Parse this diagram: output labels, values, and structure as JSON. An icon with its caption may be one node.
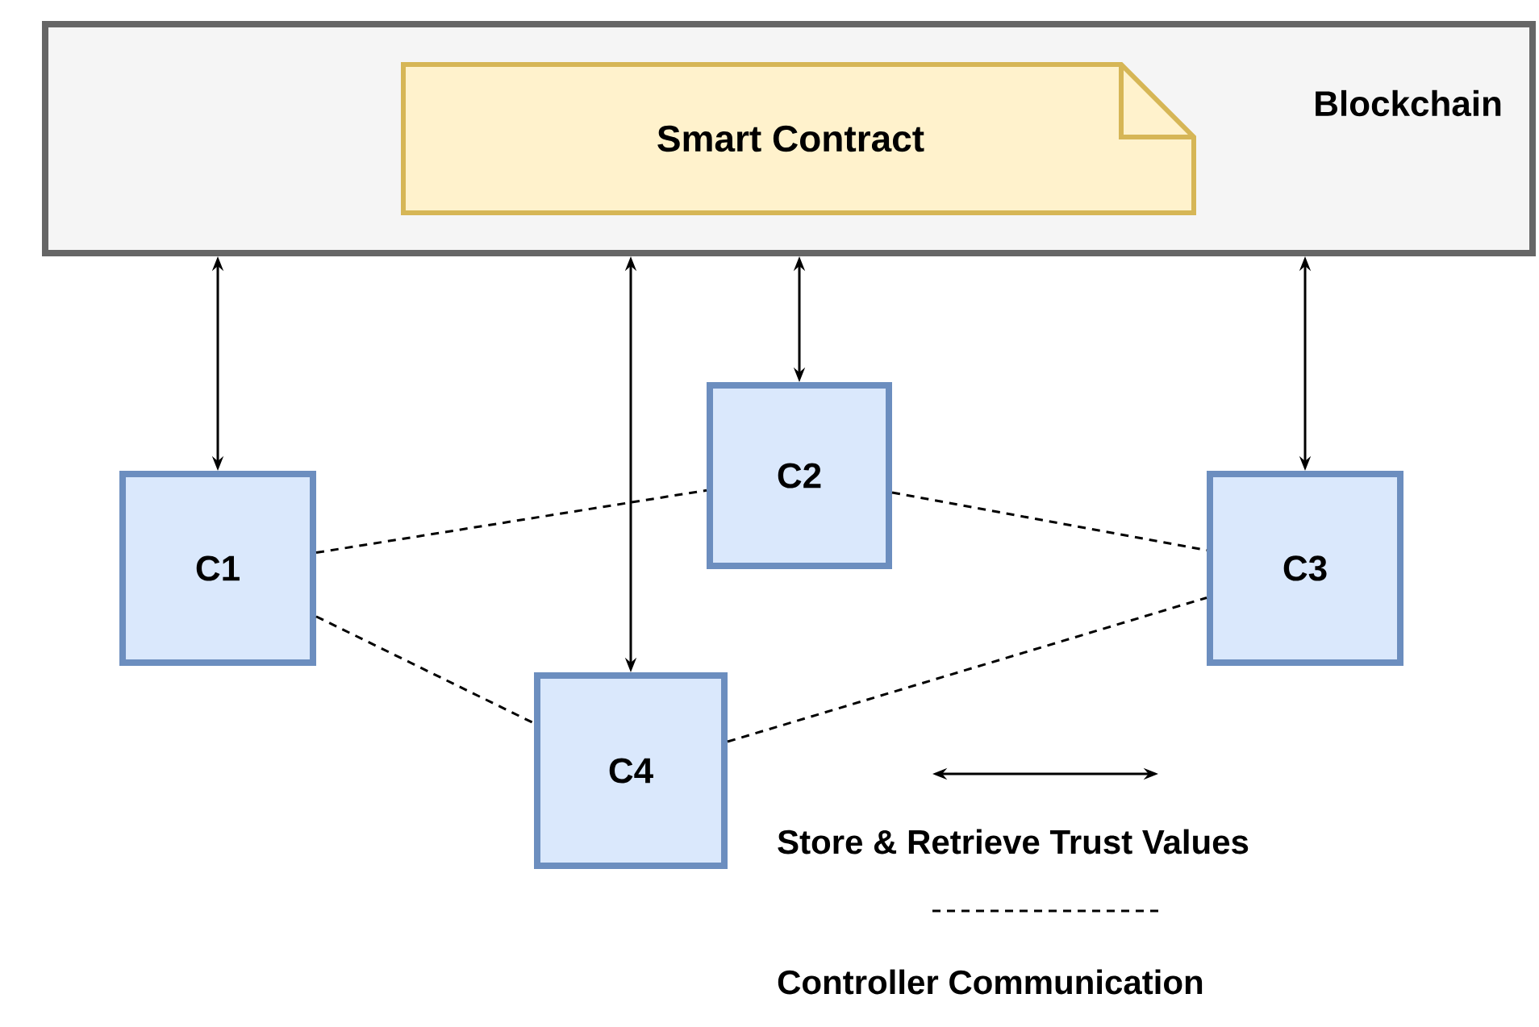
{
  "diagram": {
    "nodes": [
      {
        "text": [
          "Blockchain"
        ]
      },
      {
        "text": [
          "Smart Contract"
        ],
        "in": 0
      },
      {
        "text": [
          "C1"
        ]
      },
      {
        "text": [
          "C2"
        ]
      },
      {
        "text": [
          "C3"
        ]
      },
      {
        "text": [
          "C4"
        ]
      }
    ],
    "edges": [
      {
        "from": 0,
        "to": 2,
        "arrow": "both"
      },
      {
        "from": 0,
        "to": 5,
        "arrow": "both"
      },
      {
        "from": 0,
        "to": 3,
        "arrow": "both"
      },
      {
        "from": 0,
        "to": 4,
        "arrow": "both"
      },
      {
        "from": 2,
        "to": 3,
        "arrow": "none",
        "style": "dashed"
      },
      {
        "from": 3,
        "to": 4,
        "arrow": "none",
        "style": "dashed"
      },
      {
        "from": 2,
        "to": 5,
        "arrow": "none",
        "style": "dashed"
      },
      {
        "from": 5,
        "to": 4,
        "arrow": "none",
        "style": "dashed"
      }
    ],
    "legend": [
      {
        "text": "Store & Retrieve Trust Values"
      },
      {
        "text": "Controller Communication"
      }
    ]
  }
}
